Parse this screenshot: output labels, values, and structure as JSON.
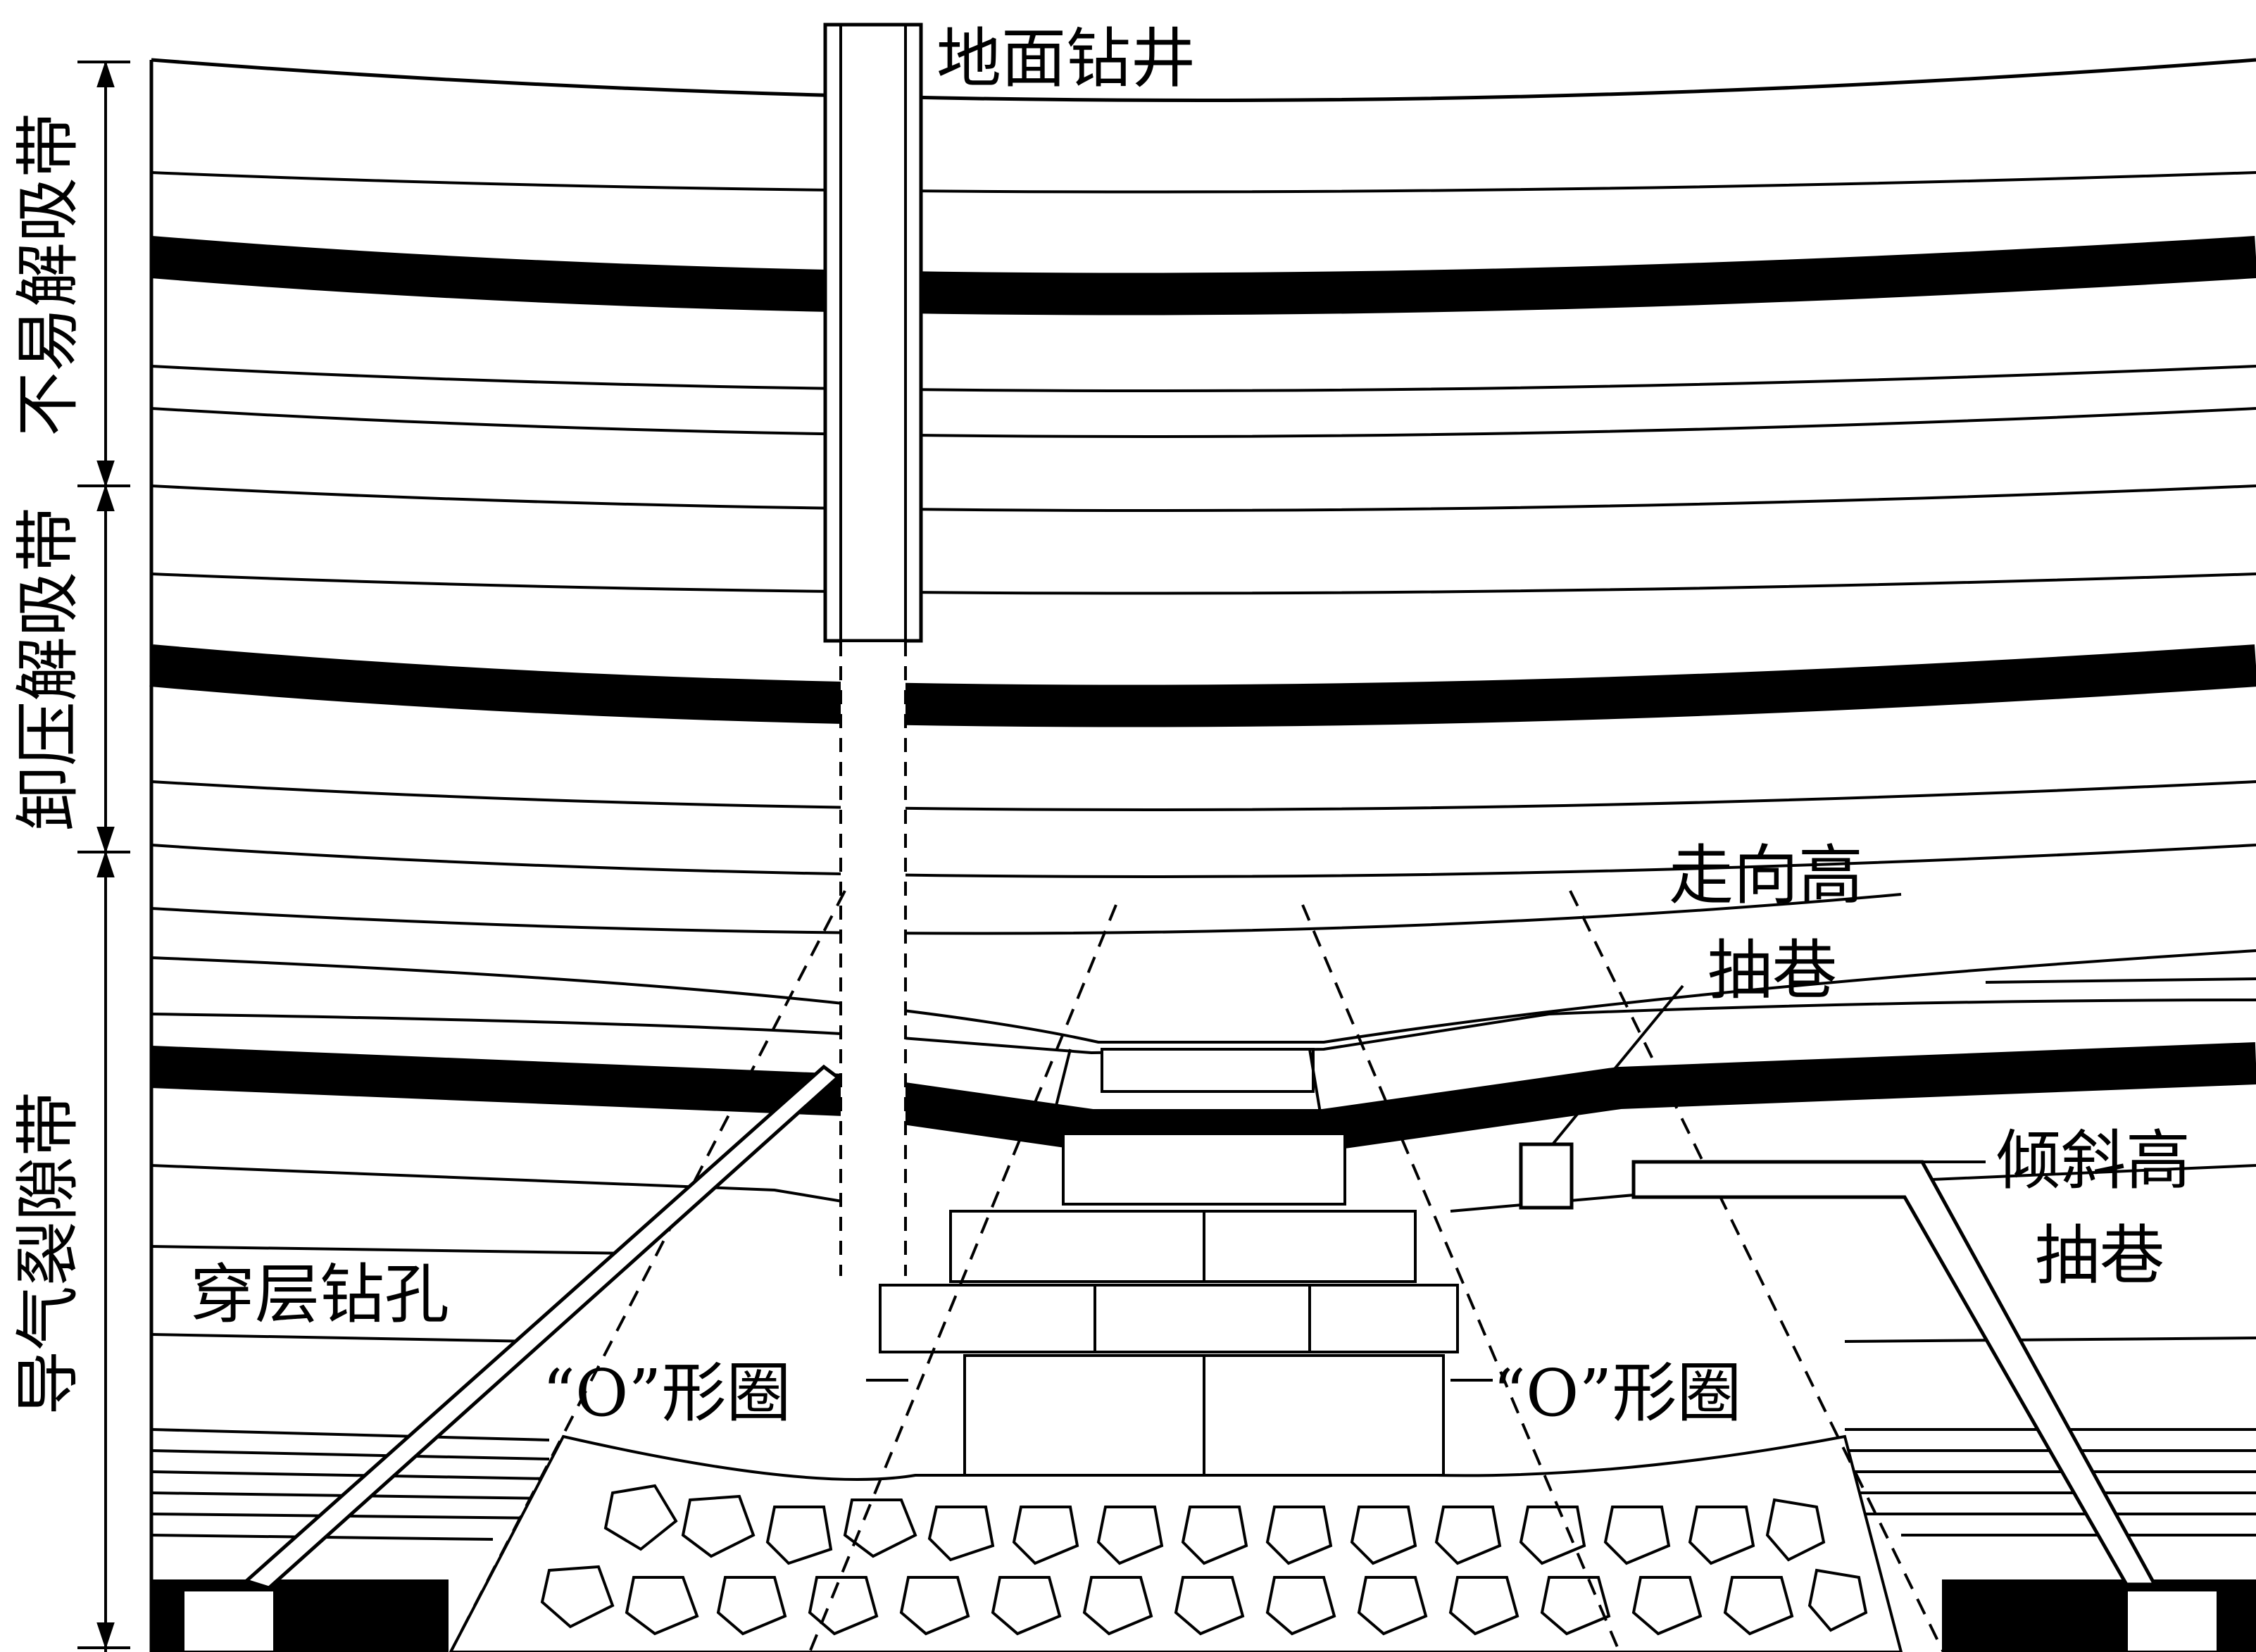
{
  "labels": {
    "surface_well": "地面钻井",
    "strike_roadway_line1": "走向高",
    "strike_roadway_line2": "抽巷",
    "incline_roadway_line1": "倾斜高",
    "incline_roadway_line2": "抽巷",
    "crossing_borehole": "穿层钻孔",
    "o_ring_left": "“O”形圈",
    "o_ring_right": "“O”形圈"
  },
  "zones": {
    "upper": "不易解吸带",
    "middle": "卸压解吸带",
    "lower": "导气裂隙带"
  }
}
